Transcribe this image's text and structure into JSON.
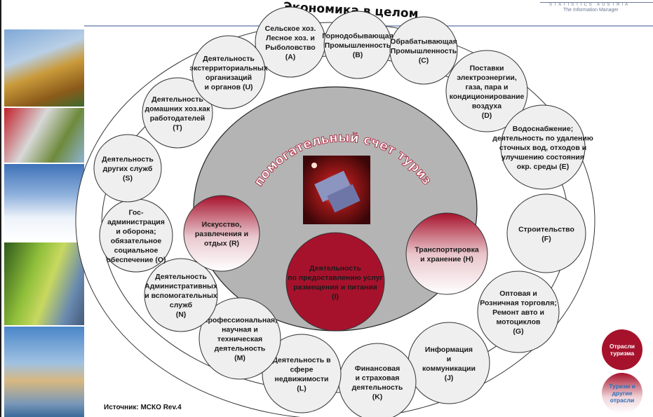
{
  "header": {
    "logo_line1": "STATISTICS AUSTRIA",
    "logo_line2": "The Information Manager"
  },
  "main": {
    "title": "Экономика в целом",
    "inner_title": "Вспомогательный счет туризма",
    "source": "Источник: МСКО Rev.4"
  },
  "colors": {
    "tourism": "#a6122c",
    "inner_disk": "#b4b4b4",
    "circle_fill": "#efefef",
    "label_blue": "#2f6fb8"
  },
  "sectors": [
    {
      "id": "A",
      "lines": [
        "Сельское хоз.",
        "Лесное хоз. и",
        "Рыболовство",
        "(A)"
      ]
    },
    {
      "id": "B",
      "lines": [
        "Горнодобывающая",
        "Промышленность",
        "(B)"
      ]
    },
    {
      "id": "C",
      "lines": [
        "Обрабатывающая",
        "Промышленность",
        "(C)"
      ]
    },
    {
      "id": "D",
      "lines": [
        "Поставки",
        "электроэнергии,",
        "газа, пара и",
        "кондиционирование",
        "воздуха",
        "(D)"
      ]
    },
    {
      "id": "E",
      "lines": [
        "Водоснабжение;",
        "деятельность по удалению",
        "сточных вод, отходов и",
        "улучшению состояния",
        "окр. среды (E)"
      ]
    },
    {
      "id": "F",
      "lines": [
        "Строительство",
        "(F)"
      ]
    },
    {
      "id": "G",
      "lines": [
        "Оптовая и",
        "Розничная торговля;",
        "Ремонт авто и",
        "мотоциклов",
        "(G)"
      ]
    },
    {
      "id": "J",
      "lines": [
        "Информация",
        "и",
        "коммуникации",
        "(J)"
      ]
    },
    {
      "id": "K",
      "lines": [
        "Финансовая",
        "и страховая",
        "деятельность",
        "(K)"
      ]
    },
    {
      "id": "L",
      "lines": [
        "Деятельность  в",
        "сфере",
        "недвижимости",
        "(L)"
      ]
    },
    {
      "id": "M",
      "lines": [
        "Профессиональная,",
        "научная и",
        "техническая",
        "деятельность",
        "(M)"
      ]
    },
    {
      "id": "N",
      "lines": [
        "Деятельность",
        "Административных",
        "и вспомогательных",
        "служб",
        "(N)"
      ]
    },
    {
      "id": "O",
      "lines": [
        "Гос-",
        "администрация",
        "и оборона;",
        "обязательное",
        "социальное",
        "обеспечение (O)"
      ]
    },
    {
      "id": "S",
      "lines": [
        "Деятельность",
        "других служб",
        "(S)"
      ]
    },
    {
      "id": "T",
      "lines": [
        "Деятельность",
        "домашних хоз.как",
        "работодателей",
        "(T)"
      ]
    },
    {
      "id": "U",
      "lines": [
        "Деятельность",
        "экстерриториальных",
        "организаций",
        "и органов (U)"
      ]
    }
  ],
  "tourism_sectors": [
    {
      "id": "R",
      "lines": [
        "Искусство,",
        "развлечения и",
        "отдых (R)"
      ]
    },
    {
      "id": "H",
      "lines": [
        "Транспортировка",
        "и хранение (H)"
      ]
    },
    {
      "id": "I",
      "lines": [
        "Деятельность",
        "по предоставлению услуг",
        "размещения и питания",
        "(I)"
      ]
    }
  ],
  "legend": [
    {
      "id": "tourism",
      "label": "Отрасли туризма"
    },
    {
      "id": "mixed",
      "label": "Туризм и другие отрасли"
    }
  ],
  "photos": [
    "statue-photo",
    "zimmer-frei-photo",
    "ski-photo",
    "grapes-photo",
    "palace-photo"
  ]
}
